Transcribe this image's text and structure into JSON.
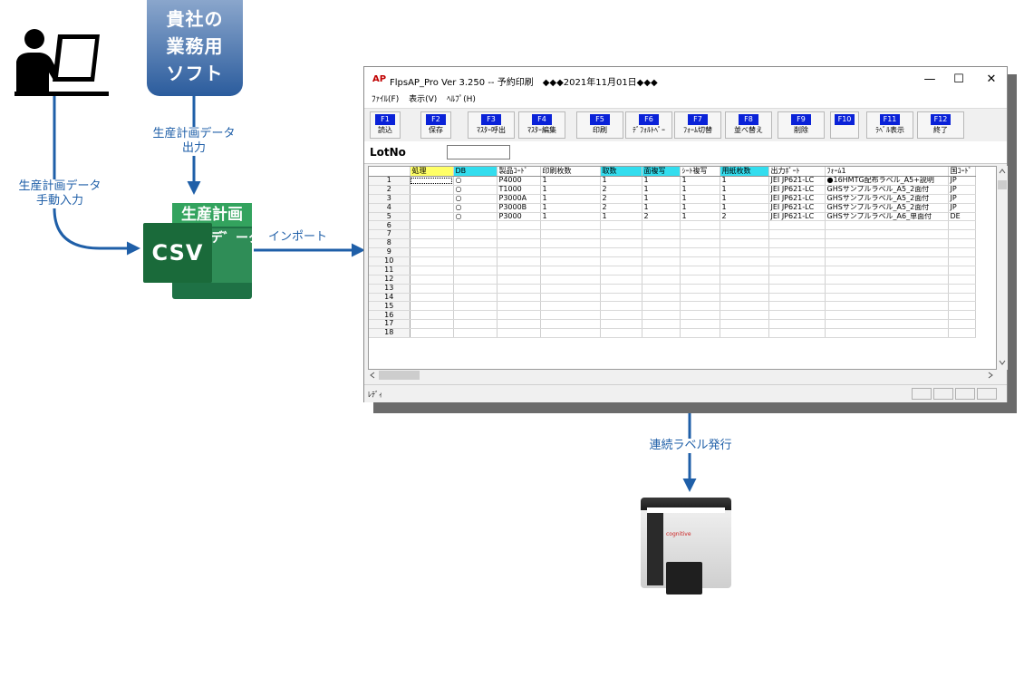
{
  "diagram": {
    "software_badge": [
      "貴社の",
      "業務用",
      "ソフト"
    ],
    "label_output": [
      "生産計画データ",
      "出力"
    ],
    "label_manual": [
      "生産計画データ",
      "手動入力"
    ],
    "label_import": "インポート",
    "label_print": "連続ラベル発行",
    "csv_icon": {
      "title": "生産計画",
      "data": "デ゛ータ",
      "front": "CSV"
    },
    "colors": {
      "arrow": "#1f5fa8",
      "csv_green": "#1e7145",
      "badge": "#2b5c9d"
    }
  },
  "window": {
    "title": "FlpsAP_Pro  Ver 3.250 -- 予約印刷　◆◆◆2021年11月01日◆◆◆",
    "logo": "AP",
    "menu": [
      "ﾌｧｲﾙ(F)",
      "表示(V)",
      "ﾍﾙﾌﾟ(H)"
    ],
    "controls": [
      "—",
      "☐",
      "✕"
    ],
    "fkeys": [
      {
        "key": "F1",
        "label": "読込"
      },
      {
        "key": "F2",
        "label": "保存"
      },
      {
        "key": "F3",
        "label": "ﾏｽﾀｰ呼出"
      },
      {
        "key": "F4",
        "label": "ﾏｽﾀｰ編集"
      },
      {
        "key": "F5",
        "label": "印刷"
      },
      {
        "key": "F6",
        "label": "ﾃﾞﾌｫﾙﾄﾍﾟｰ"
      },
      {
        "key": "F7",
        "label": "ﾌｫｰﾑ切替"
      },
      {
        "key": "F8",
        "label": "並べ替え"
      },
      {
        "key": "F9",
        "label": "削除"
      },
      {
        "key": "F10",
        "label": ""
      },
      {
        "key": "F11",
        "label": "ﾗﾍﾞﾙ表示"
      },
      {
        "key": "F12",
        "label": "終了"
      }
    ],
    "lot_label": "LotNo",
    "lot_value": "",
    "columns": [
      "",
      "処理",
      "DB",
      "製品ｺｰﾄﾞ",
      "印刷枚数",
      "取数",
      "面複写",
      "ｼｰﾄ複写",
      "用紙枚数",
      "出力ﾎﾟｰﾄ",
      "ﾌｫｰﾑ1",
      "国ｺｰﾄﾞ"
    ],
    "rows": [
      [
        "1",
        "",
        "○",
        "P4000",
        "1",
        "1",
        "1",
        "1",
        "1",
        "JEI JP621-LC",
        "●16HMTG配布ラベル_A5+説明",
        "JP"
      ],
      [
        "2",
        "",
        "○",
        "T1000",
        "1",
        "2",
        "1",
        "1",
        "1",
        "JEI JP621-LC",
        "GHSサンプルラベル_A5_2面付",
        "JP"
      ],
      [
        "3",
        "",
        "○",
        "P3000A",
        "1",
        "2",
        "1",
        "1",
        "1",
        "JEI JP621-LC",
        "GHSサンプルラベル_A5_2面付",
        "JP"
      ],
      [
        "4",
        "",
        "○",
        "P3000B",
        "1",
        "2",
        "1",
        "1",
        "1",
        "JEI JP621-LC",
        "GHSサンプルラベル_A5_2面付",
        "JP"
      ],
      [
        "5",
        "",
        "○",
        "P3000",
        "1",
        "1",
        "2",
        "1",
        "2",
        "JEI JP621-LC",
        "GHSサンプルラベル_A6_単面付",
        "DE"
      ],
      [
        "6",
        "",
        "",
        "",
        "",
        "",
        "",
        "",
        "",
        "",
        "",
        ""
      ],
      [
        "7",
        "",
        "",
        "",
        "",
        "",
        "",
        "",
        "",
        "",
        "",
        ""
      ],
      [
        "8",
        "",
        "",
        "",
        "",
        "",
        "",
        "",
        "",
        "",
        "",
        ""
      ],
      [
        "9",
        "",
        "",
        "",
        "",
        "",
        "",
        "",
        "",
        "",
        "",
        ""
      ],
      [
        "10",
        "",
        "",
        "",
        "",
        "",
        "",
        "",
        "",
        "",
        "",
        ""
      ],
      [
        "11",
        "",
        "",
        "",
        "",
        "",
        "",
        "",
        "",
        "",
        "",
        ""
      ],
      [
        "12",
        "",
        "",
        "",
        "",
        "",
        "",
        "",
        "",
        "",
        "",
        ""
      ],
      [
        "13",
        "",
        "",
        "",
        "",
        "",
        "",
        "",
        "",
        "",
        "",
        ""
      ],
      [
        "14",
        "",
        "",
        "",
        "",
        "",
        "",
        "",
        "",
        "",
        "",
        ""
      ],
      [
        "15",
        "",
        "",
        "",
        "",
        "",
        "",
        "",
        "",
        "",
        "",
        ""
      ],
      [
        "16",
        "",
        "",
        "",
        "",
        "",
        "",
        "",
        "",
        "",
        "",
        ""
      ],
      [
        "17",
        "",
        "",
        "",
        "",
        "",
        "",
        "",
        "",
        "",
        "",
        ""
      ],
      [
        "18",
        "",
        "",
        "",
        "",
        "",
        "",
        "",
        "",
        "",
        "",
        ""
      ]
    ],
    "status": "ﾚﾃﾞｨ",
    "printer_logo": "cognitive"
  }
}
